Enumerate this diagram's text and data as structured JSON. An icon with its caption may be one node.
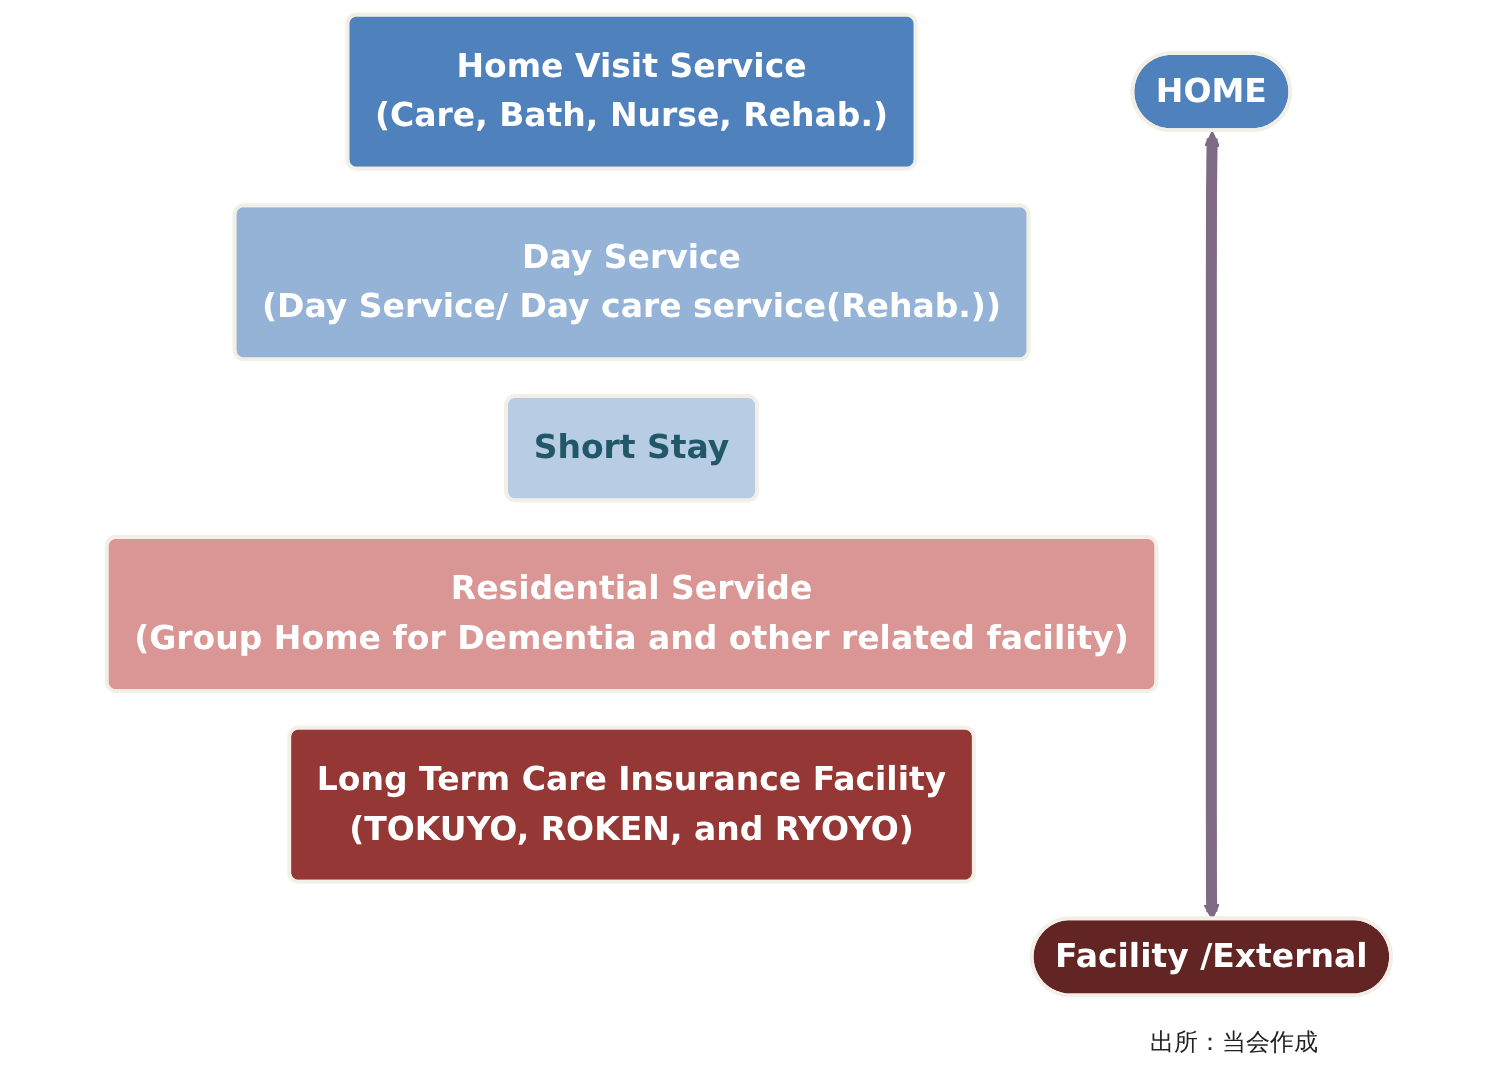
{
  "diagram": {
    "nodes": [
      {
        "text": [
          "HOME"
        ]
      },
      {
        "text": [
          "Home Visit Service",
          "(Care, Bath, Nurse, Rehab.)"
        ]
      },
      {
        "text": [
          "Day Service",
          "(Day Service/ Day care service(Rehab.))"
        ]
      },
      {
        "text": [
          "Short Stay"
        ]
      },
      {
        "text": [
          "Residential Servide",
          "(Group Home for Dementia and other related facility)"
        ]
      },
      {
        "text": [
          "Long Term Care Insurance Facility",
          "(TOKUYO, ROKEN, and RYOYO)"
        ]
      },
      {
        "text": [
          "Facility /External"
        ]
      }
    ],
    "edges": [
      {
        "from": 0,
        "to": 6,
        "arrow": "both"
      }
    ],
    "labels": [
      "出所：当会作成"
    ]
  }
}
